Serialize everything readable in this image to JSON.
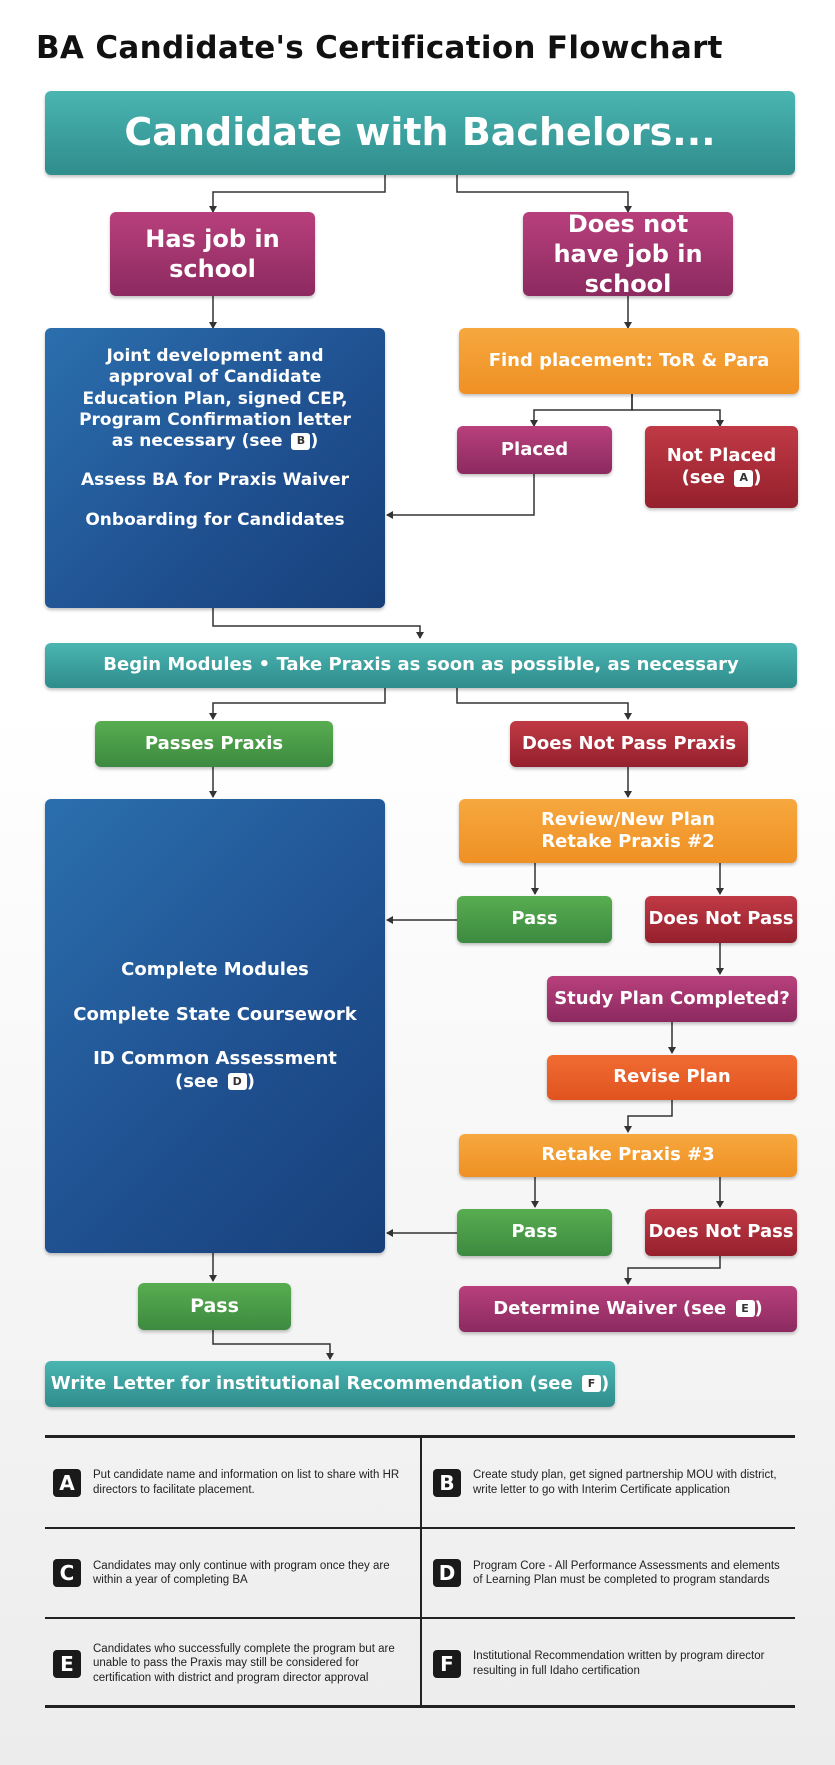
{
  "title": "BA Candidate's Certification Flowchart",
  "nodes": {
    "start": "Candidate with Bachelors...",
    "has_job": "Has job in school",
    "no_job": "Does not have job in school",
    "joint_dev": "Joint development and approval of Candidate Education Plan, signed CEP, Program Confirmation letter as necessary (see",
    "joint_key": "B",
    "assess": "Assess BA for Praxis Waiver",
    "onboarding": "Onboarding for Candidates",
    "find_placement": "Find placement: ToR & Para",
    "placed": "Placed",
    "not_placed": "Not Placed (see",
    "not_placed_key": "A",
    "begin_modules": "Begin Modules • Take Praxis as soon as possible, as necessary",
    "passes_praxis": "Passes Praxis",
    "does_not_pass_praxis": "Does Not Pass Praxis",
    "review_plan_1": "Review/New Plan",
    "review_plan_2": "Retake Praxis #2",
    "pass_1": "Pass",
    "does_not_pass_1": "Does Not Pass",
    "study_plan": "Study Plan Completed?",
    "revise_plan": "Revise Plan",
    "retake_3": "Retake Praxis #3",
    "pass_2": "Pass",
    "does_not_pass_2": "Does Not Pass",
    "complete_modules": "Complete Modules",
    "complete_coursework": "Complete State Coursework",
    "id_assessment": "ID Common Assessment",
    "id_assessment_see": "(see",
    "id_assessment_key": "D",
    "pass_final": "Pass",
    "determine_waiver": "Determine Waiver (see",
    "determine_waiver_key": "E",
    "write_letter": "Write Letter for institutional Recommendation (see",
    "write_letter_key": "F"
  },
  "legend": [
    {
      "letter": "A",
      "text": "Put candidate name and information on list to share with HR directors to facilitate placement."
    },
    {
      "letter": "B",
      "text": "Create study plan, get signed partnership MOU with district, write letter to go with Interim Certificate application"
    },
    {
      "letter": "C",
      "text": "Candidates may only continue with program once they are within a year of completing BA"
    },
    {
      "letter": "D",
      "text": "Program Core - All Performance Assessments and elements of Learning Plan must be completed to program standards"
    },
    {
      "letter": "E",
      "text": "Candidates who successfully complete the program but are unable to pass the Praxis may still be considered for certification with district and program director approval"
    },
    {
      "letter": "F",
      "text": "Institutional Recommendation written by program director resulting in full Idaho certification"
    }
  ],
  "colors": {
    "teal": "#3a9e9c",
    "magenta": "#a5356f",
    "blue": "#1f4f8f",
    "orange": "#f29a30",
    "red": "#a92b37",
    "green": "#4b9c48",
    "red_orange": "#e85e27"
  }
}
